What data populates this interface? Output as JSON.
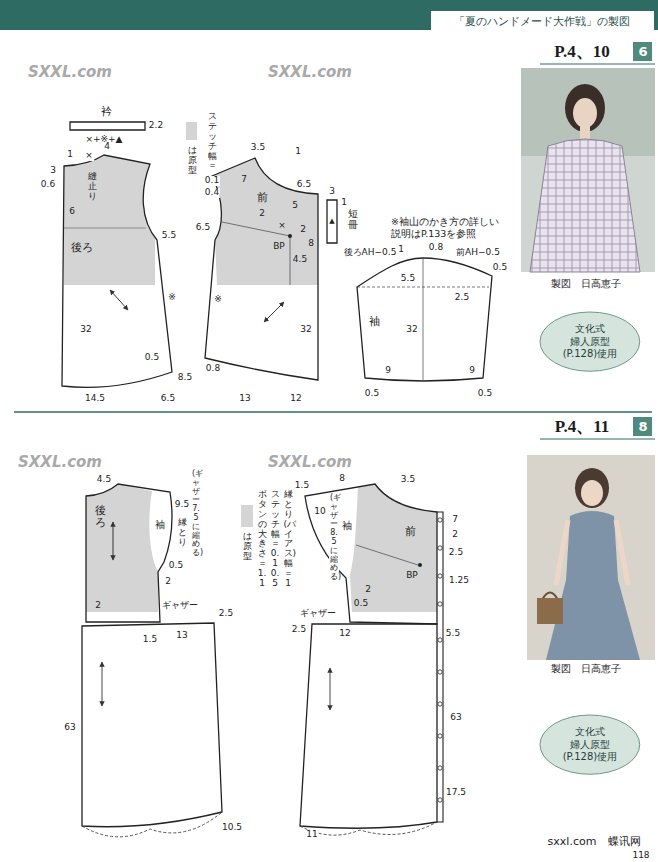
{
  "diagram": {
    "title": "「夏のハンドメード大作戦」の製図",
    "nodes": [
      {
        "text": [
          "6"
        ]
      },
      {
        "text": [
          "文化式 婦人原型 (P.128)使用"
        ]
      },
      {
        "text": [
          "衿"
        ]
      },
      {
        "text": [
          "短冊"
        ]
      },
      {
        "text": [
          "後ろ"
        ]
      },
      {
        "text": [
          "前"
        ]
      },
      {
        "text": [
          "袖"
        ]
      },
      {
        "text": [
          "8"
        ]
      },
      {
        "text": [
          "文化式 婦人原型 (P.128)使用"
        ]
      },
      {
        "text": [
          "後ろ",
          "袖"
        ]
      },
      {
        "text": [
          "袖",
          "前"
        ]
      }
    ],
    "labels": [
      "P.4、10",
      "製図　日高恵子",
      "2.2",
      "×+※+▲",
      "ステッチ幅＝",
      "0.1",
      "0.4",
      "4",
      "1",
      "×",
      "3",
      "0.6",
      "縫止り",
      "6",
      "5.5",
      "※",
      "32",
      "0.5",
      "8.5",
      "14.5",
      "6.5",
      "3.5",
      "1",
      "7",
      "5",
      "6.5",
      "6.5",
      "2",
      "×",
      "BP",
      "2",
      "8",
      "4.5",
      "※",
      "32",
      "0.8",
      "13",
      "12",
      "3",
      "1",
      "▲",
      "※袖山のかき方の詳しい 説明はP.133を参照",
      "後ろAH−0.5",
      "1",
      "0.8",
      "前AH−0.5",
      "0.5",
      "5.5",
      "2.5",
      "32",
      "9",
      "9",
      "0.5",
      "0.5",
      "P.4、11",
      "製図　日高恵子",
      "4.5",
      "(ギャザー7.5に縮める)",
      "9.5",
      "縁とり",
      "0.5",
      "2",
      "ギャザー",
      "2",
      "1.5",
      "13",
      "2.5",
      "63",
      "10.5",
      "ボタンの大きさ＝1.1",
      "ステッチ幅＝0.1 0.5",
      "縁とり(バイアス)幅＝1",
      "1.5",
      "8",
      "3.5",
      "10",
      "(ギャザー8.5に縮める)",
      "2",
      "BP",
      "0.5",
      "ギャザー",
      "2.5",
      "12",
      "7",
      "2",
      "2.5",
      "1.25",
      "5.5",
      "63",
      "17.5",
      "11",
      "SXXL.com",
      "SXXL.com",
      "SXXL.com",
      "SXXL.com",
      "sxxl.com",
      "蝶讯网",
      "118"
    ],
    "legend": [
      {
        "text": "は原型",
        "color": "#d4d4d4"
      },
      {
        "text": "は原型",
        "color": "#d4d4d4"
      }
    ]
  }
}
